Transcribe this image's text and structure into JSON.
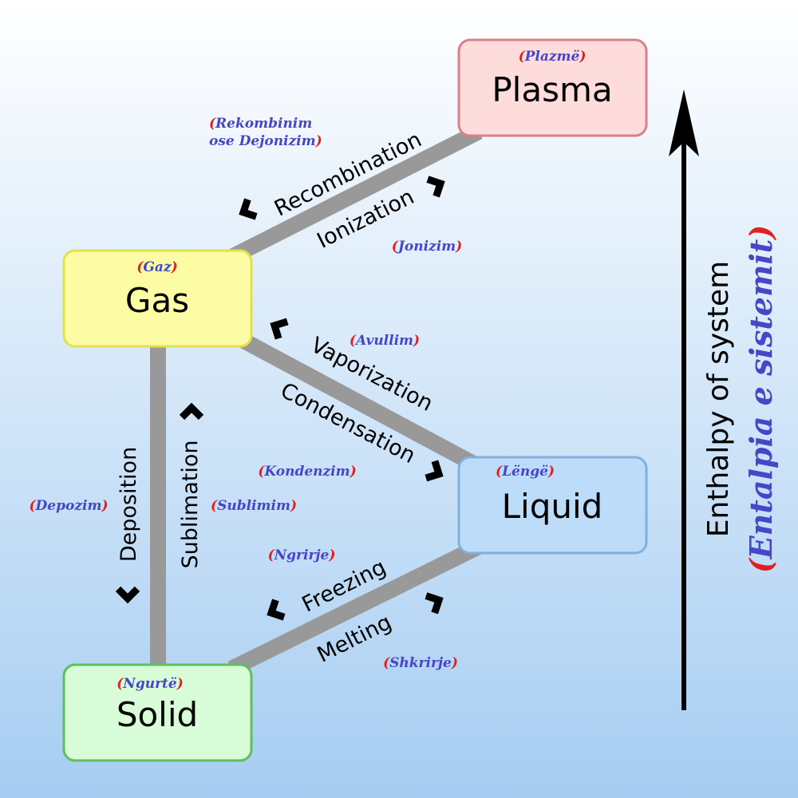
{
  "states": {
    "plasma": {
      "name": "Plasma",
      "alt": "Plazmë",
      "fill": "#fedcdc",
      "stroke": "#d98088"
    },
    "gas": {
      "name": "Gas",
      "alt": "Gaz",
      "fill": "#fcfca4",
      "stroke": "#e2e248"
    },
    "liquid": {
      "name": "Liquid",
      "alt": "Lëngë",
      "fill": "#bcdcfa",
      "stroke": "#80b0dc"
    },
    "solid": {
      "name": "Solid",
      "alt": "Ngurtë",
      "fill": "#d8fcd8",
      "stroke": "#5cc05c"
    }
  },
  "transitions": {
    "recombination": {
      "name": "Recombination",
      "alt_line1": "Rekombinim",
      "alt_line2": "ose Dejonizim"
    },
    "ionization": {
      "name": "Ionization",
      "alt": "Jonizim"
    },
    "vaporization": {
      "name": "Vaporization",
      "alt": "Avullim"
    },
    "condensation": {
      "name": "Condensation",
      "alt": "Kondenzim"
    },
    "deposition": {
      "name": "Deposition",
      "alt": "Depozim"
    },
    "sublimation": {
      "name": "Sublimation",
      "alt": "Sublimim"
    },
    "freezing": {
      "name": "Freezing",
      "alt": "Ngrirje"
    },
    "melting": {
      "name": "Melting",
      "alt": "Shkrirje"
    }
  },
  "axis": {
    "label": "Enthalpy of system",
    "alt": "Entalpia e sistemit"
  }
}
